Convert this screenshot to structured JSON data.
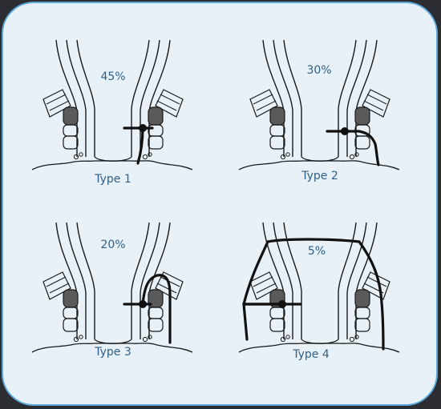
{
  "panels": [
    {
      "percent": "45%",
      "label": "Type 1"
    },
    {
      "percent": "30%",
      "label": "Type 2"
    },
    {
      "percent": "20%",
      "label": "Type 3"
    },
    {
      "percent": "5%",
      "label": "Type 4"
    }
  ],
  "colors": {
    "background": "#e7f1f7",
    "border": "#5fa9d8",
    "text": "#2f5f88",
    "line": "#111111",
    "shading": "#555555"
  }
}
